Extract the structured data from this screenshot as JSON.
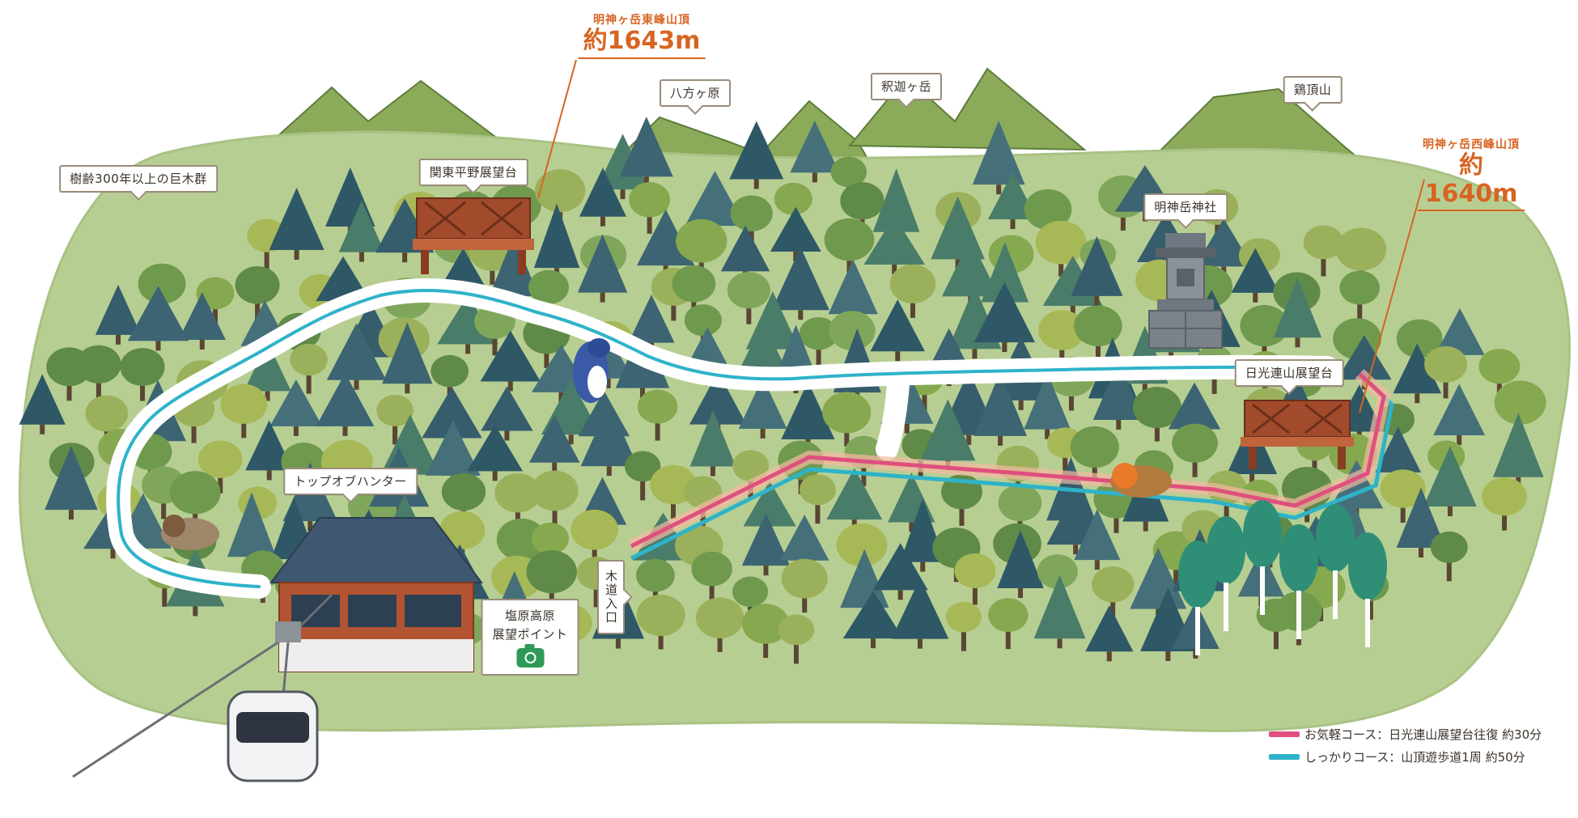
{
  "labels": {
    "big_trees": "樹齢300年以上の巨木群",
    "kanto_view": "関東平野展望台",
    "happogahara": "八方ヶ原",
    "shakagatake": "釈迦ヶ岳",
    "keichousan": "鶏頂山",
    "myojin_shrine": "明神岳神社",
    "nikko_view": "日光連山展望台",
    "top_of_hunter": "トップオブハンター",
    "boardwalk_entrance": "木道入口",
    "shiobara_view": "塩原高原\n展望ポイント"
  },
  "peaks": {
    "east": {
      "name": "明神ヶ岳東峰山頂",
      "elevation": "約1643m"
    },
    "west": {
      "name": "明神ヶ岳西峰山頂",
      "elevation": "約1640m"
    }
  },
  "legend": {
    "easy": {
      "label": "お気軽コース：日光連山展望台往復 約30分",
      "color": "#e04f7e"
    },
    "full": {
      "label": "しっかりコース：山頂遊歩道1周 約50分",
      "color": "#2eb3c9"
    }
  },
  "icons": {
    "camera": "camera-icon",
    "gondola": "gondola-icon",
    "shrine": "shrine-icon",
    "bench": "bench-icon",
    "lodge": "lodge-icon"
  },
  "colors": {
    "ground": "#b7ce93",
    "mountain": "#8cab5a",
    "path": "#ffffff",
    "label_border": "#9a8c7a",
    "peak_text": "#d86422"
  }
}
